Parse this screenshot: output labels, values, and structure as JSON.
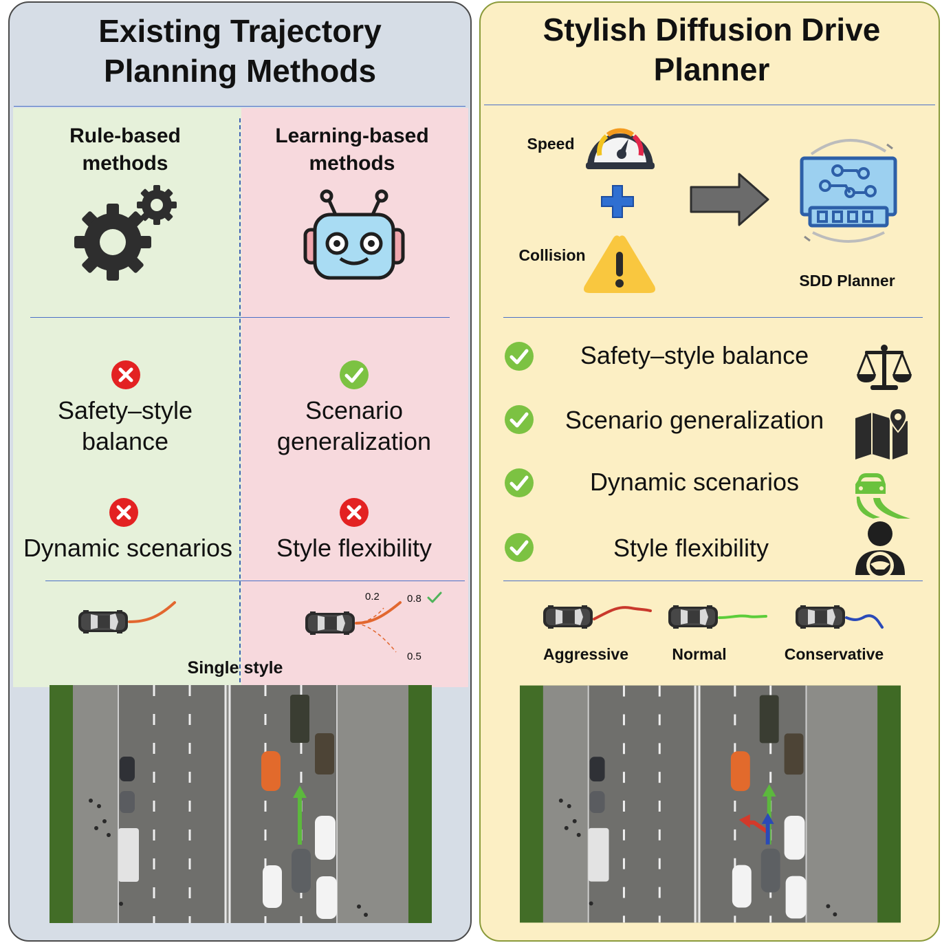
{
  "left_panel": {
    "title_line1": "Existing Trajectory",
    "title_line2": "Planning Methods",
    "rule_based": {
      "line1": "Rule-based",
      "line2": "methods",
      "icon": "gears-icon"
    },
    "learning_based": {
      "line1": "Learning-based",
      "line2": "methods",
      "icon": "robot-icon"
    },
    "rule_features": [
      {
        "status": "cross",
        "line1": "Safety–style",
        "line2": "balance"
      },
      {
        "status": "cross",
        "line1": "Dynamic scenarios",
        "line2": ""
      }
    ],
    "learning_features": [
      {
        "status": "check",
        "line1": "Scenario",
        "line2": "generalization"
      },
      {
        "status": "cross",
        "line1": "Style flexibility",
        "line2": ""
      }
    ],
    "trajectory_weights": [
      "0.2",
      "0.8",
      "0.5"
    ],
    "single_style_label": "Single style"
  },
  "right_panel": {
    "title_line1": "Stylish Diffusion Drive",
    "title_line2": "Planner",
    "speed_label": "Speed",
    "collision_label": "Collision",
    "planner_label": "SDD Planner",
    "features": [
      {
        "status": "check",
        "label": "Safety–style balance",
        "icon": "scales-icon"
      },
      {
        "status": "check",
        "label": "Scenario generalization",
        "icon": "map-pin-icon"
      },
      {
        "status": "check",
        "label": "Dynamic scenarios",
        "icon": "car-road-icon"
      },
      {
        "status": "check",
        "label": "Style flexibility",
        "icon": "driver-icon"
      }
    ],
    "styles": [
      {
        "label": "Aggressive",
        "color": "#c9392c"
      },
      {
        "label": "Normal",
        "color": "#5ccd3a"
      },
      {
        "label": "Conservative",
        "color": "#2b4ab8"
      }
    ]
  },
  "colors": {
    "left_bg": "#d6dde6",
    "right_bg": "#fcefc4",
    "rule_bg": "#e6f1da",
    "learning_bg": "#f7d9dd",
    "cross_red": "#e32222",
    "check_green": "#7cc242",
    "divider_blue": "#4a6fc7"
  }
}
